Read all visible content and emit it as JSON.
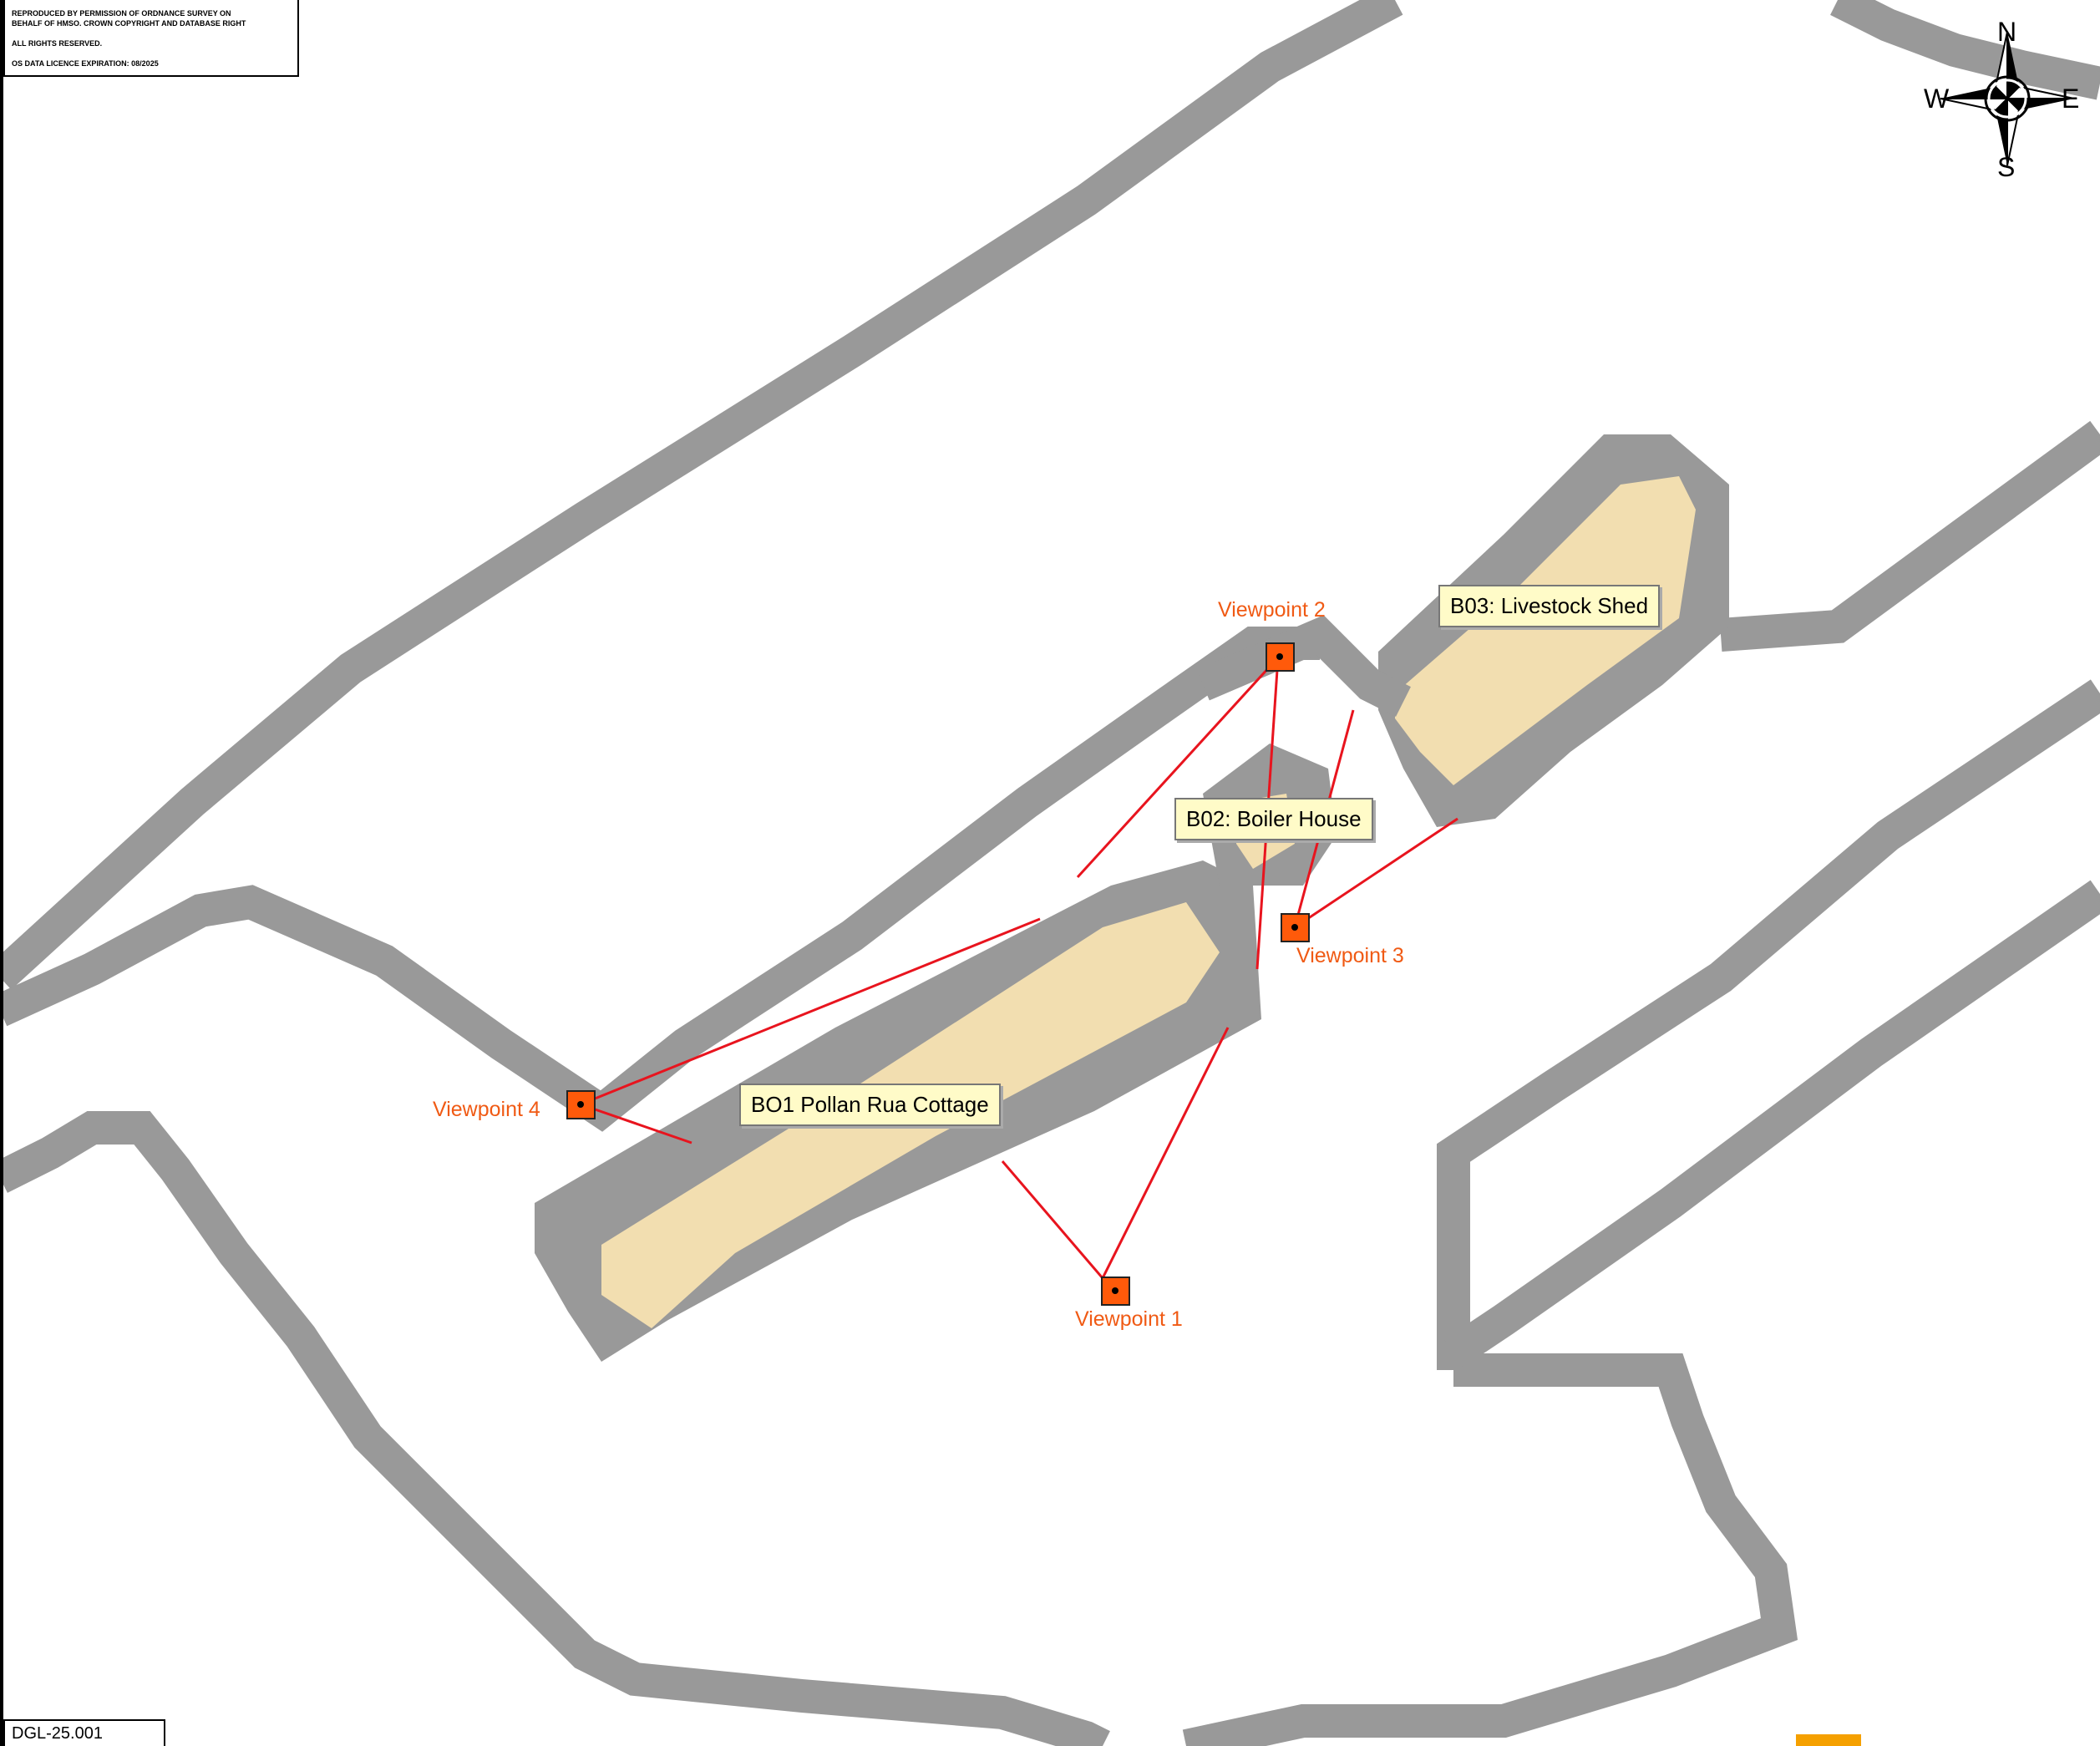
{
  "copyright": {
    "line1": "REPRODUCED BY PERMISSION OF ORDNANCE SURVEY ON\nBEHALF OF HMSO. CROWN COPYRIGHT AND  DATABASE RIGHT",
    "line2": "ALL RIGHTS RESERVED.",
    "line3": "OS DATA LICENCE EXPIRATION: 08/2025"
  },
  "drawing_ref": "DGL-25.001",
  "compass": {
    "n": "N",
    "s": "S",
    "e": "E",
    "w": "W"
  },
  "viewpoints": [
    {
      "label": "Viewpoint 1"
    },
    {
      "label": "Viewpoint 2"
    },
    {
      "label": "Viewpoint 3"
    },
    {
      "label": "Viewpoint 4"
    }
  ],
  "buildings": [
    {
      "label": "BO1 Pollan Rua Cottage"
    },
    {
      "label": "B02: Boiler House"
    },
    {
      "label": "B03: Livestock Shed"
    }
  ],
  "colors": {
    "boundary_grey": "#999999",
    "building_fill": "#f2deb0",
    "view_line_red": "#e8141e",
    "marker_orange": "#ff5a0a",
    "label_fill": "#fffbc8"
  }
}
